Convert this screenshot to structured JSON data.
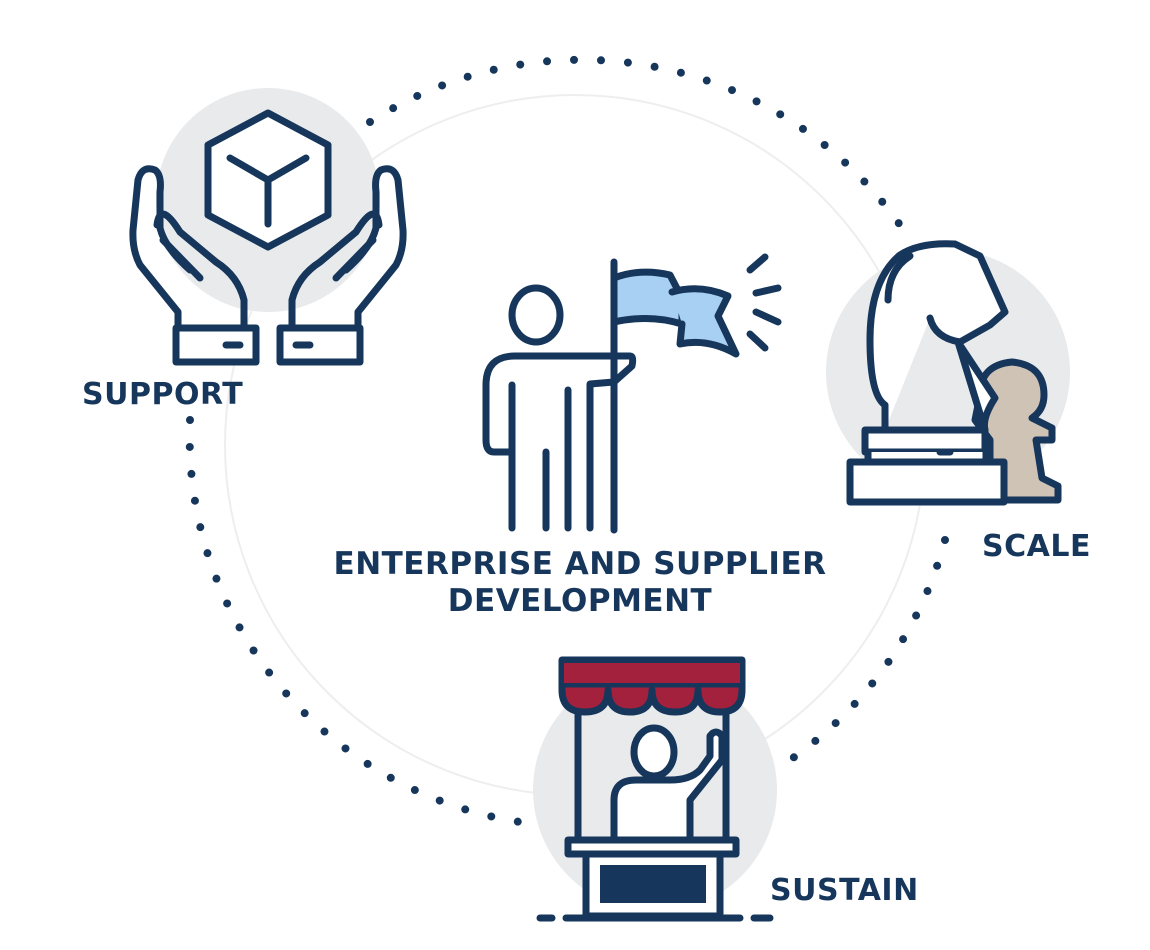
{
  "labels": {
    "support": "SUPPORT",
    "scale": "SCALE",
    "sustain": "SUSTAIN",
    "center_line1": "ENTERPRISE AND SUPPLIER",
    "center_line2": "DEVELOPMENT"
  },
  "colors": {
    "navy": "#16365b",
    "circle_bg": "#e9eaec",
    "flag": "#a8d0f2",
    "awning": "#a3213c",
    "pawn": "#cfc3b6",
    "ring": "#eeeeee"
  },
  "icons": {
    "support": "hands-holding-cube-icon",
    "center": "person-with-flag-icon",
    "scale": "chess-knight-and-pawn-icon",
    "sustain": "market-stall-vendor-icon"
  }
}
